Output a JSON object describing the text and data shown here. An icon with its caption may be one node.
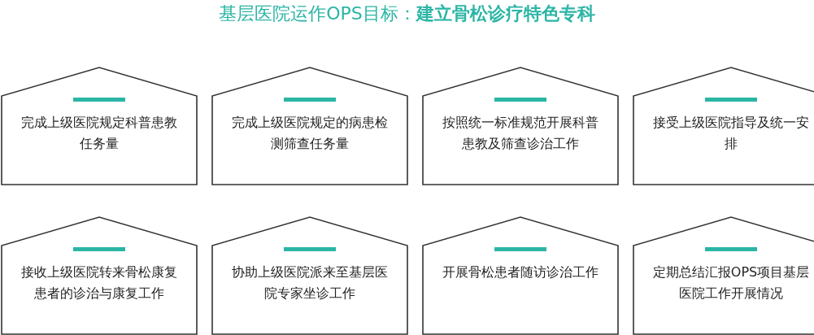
{
  "diagram": {
    "title": "基层医院运作OPS目标：**建立骨松诊疗特色专科**",
    "nodes": [
      {
        "text": [
          "完成上级医院规定科普患教任务量"
        ]
      },
      {
        "text": [
          "完成上级医院规定的病患检测筛查任务量"
        ]
      },
      {
        "text": [
          "按照统一标准规范开展科普患教及筛查诊治工作"
        ]
      },
      {
        "text": [
          "接受上级医院指导及统一安排"
        ]
      },
      {
        "text": [
          "接收上级医院转来骨松康复患者的诊治与康复工作"
        ]
      },
      {
        "text": [
          "协助上级医院派来至基层医院专家坐诊工作"
        ]
      },
      {
        "text": [
          "开展骨松患者随访诊治工作"
        ]
      },
      {
        "text": [
          "定期总结汇报OPS项目基层医院工作开展情况"
        ]
      }
    ]
  }
}
